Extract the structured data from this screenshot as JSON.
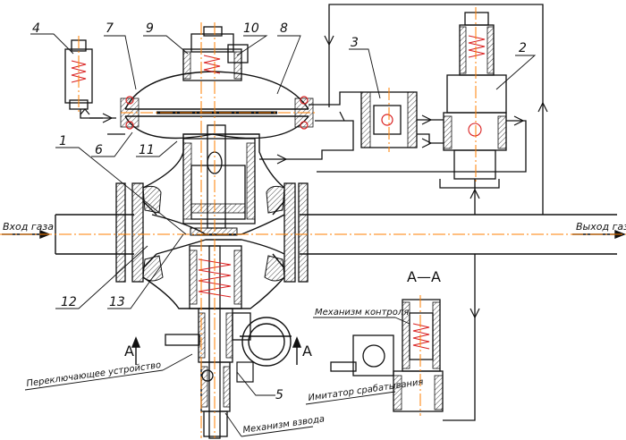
{
  "labels": {
    "gas_inlet": "Вход газа",
    "gas_outlet": "Выход газа",
    "section_title": "А—А",
    "section_mark_left": "А",
    "section_mark_right": "А",
    "control_mechanism": "Механизм контроля",
    "actuation_simulator": "Имитатор срабатывания",
    "switching_device": "Переключающее устройство",
    "cocking_mechanism": "Механизм взвода"
  },
  "callouts": [
    "1",
    "2",
    "3",
    "4",
    "5",
    "6",
    "7",
    "8",
    "9",
    "10",
    "11",
    "12",
    "13"
  ],
  "colors": {
    "line": "#111111",
    "axis": "#ff7f00",
    "accent": "#d92020"
  }
}
